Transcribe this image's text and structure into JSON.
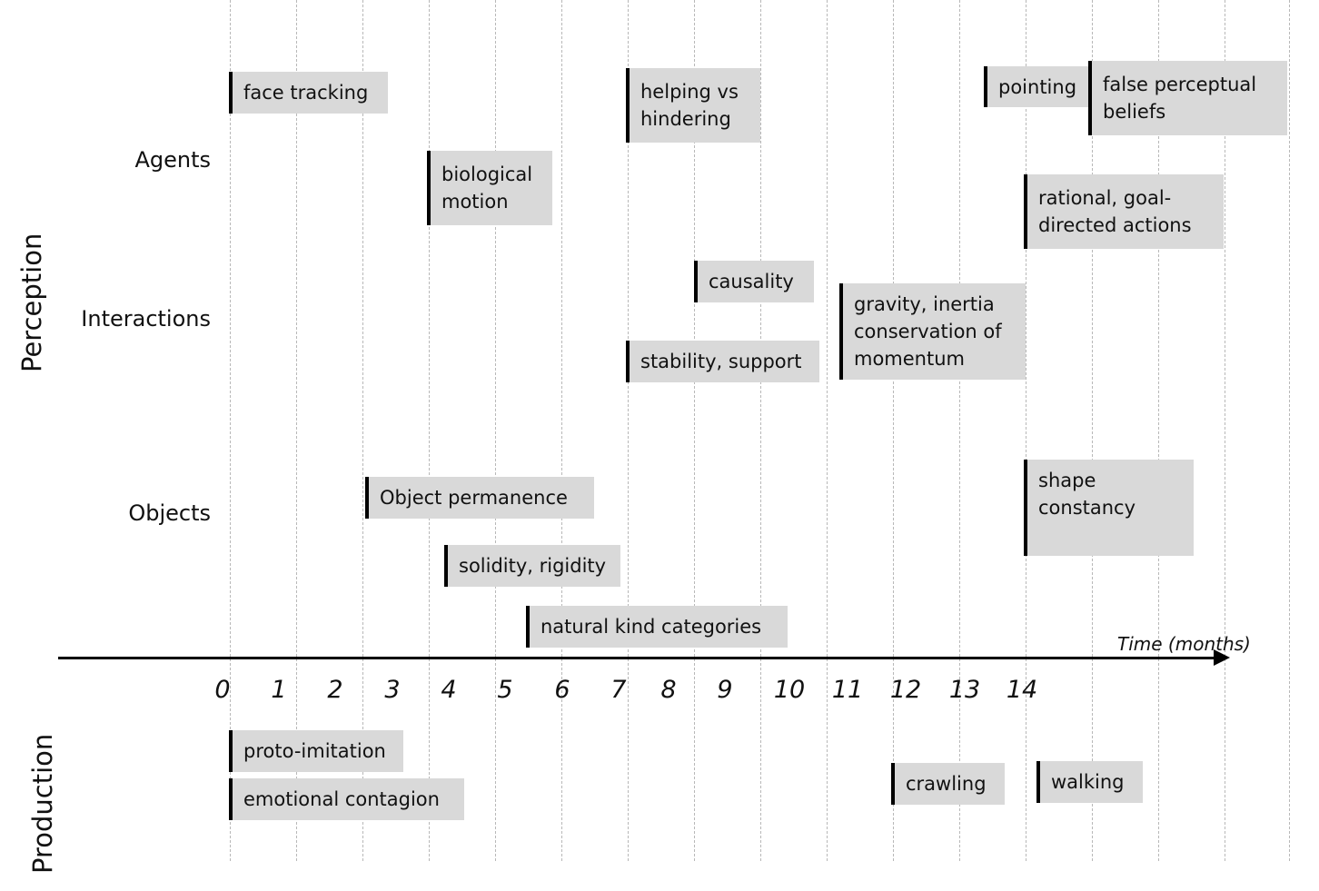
{
  "sections": {
    "perception": "Perception",
    "production": "Production"
  },
  "rows": {
    "agents": "Agents",
    "interactions": "Interactions",
    "objects": "Objects"
  },
  "axis": {
    "title": "Time (months)",
    "ticks": [
      "0",
      "1",
      "2",
      "3",
      "4",
      "5",
      "6",
      "7",
      "8",
      "9",
      "10",
      "11",
      "12",
      "13",
      "14"
    ]
  },
  "items": {
    "face_tracking": "face tracking",
    "helping_hindering": "helping vs\nhindering",
    "pointing": "pointing",
    "false_beliefs": "false perceptual\nbeliefs",
    "biological_motion": "biological\nmotion",
    "rational_actions": "rational, goal-\ndirected actions",
    "causality": "causality",
    "gravity": "gravity, inertia\nconservation of\nmomentum",
    "stability": "stability, support",
    "object_permanence": "Object permanence",
    "shape_constancy": "shape\nconstancy",
    "solidity": "solidity, rigidity",
    "natural_kind": "natural kind categories",
    "proto_imitation": "proto-imitation",
    "emotional_contagion": "emotional contagion",
    "crawling": "crawling",
    "walking": "walking"
  }
}
